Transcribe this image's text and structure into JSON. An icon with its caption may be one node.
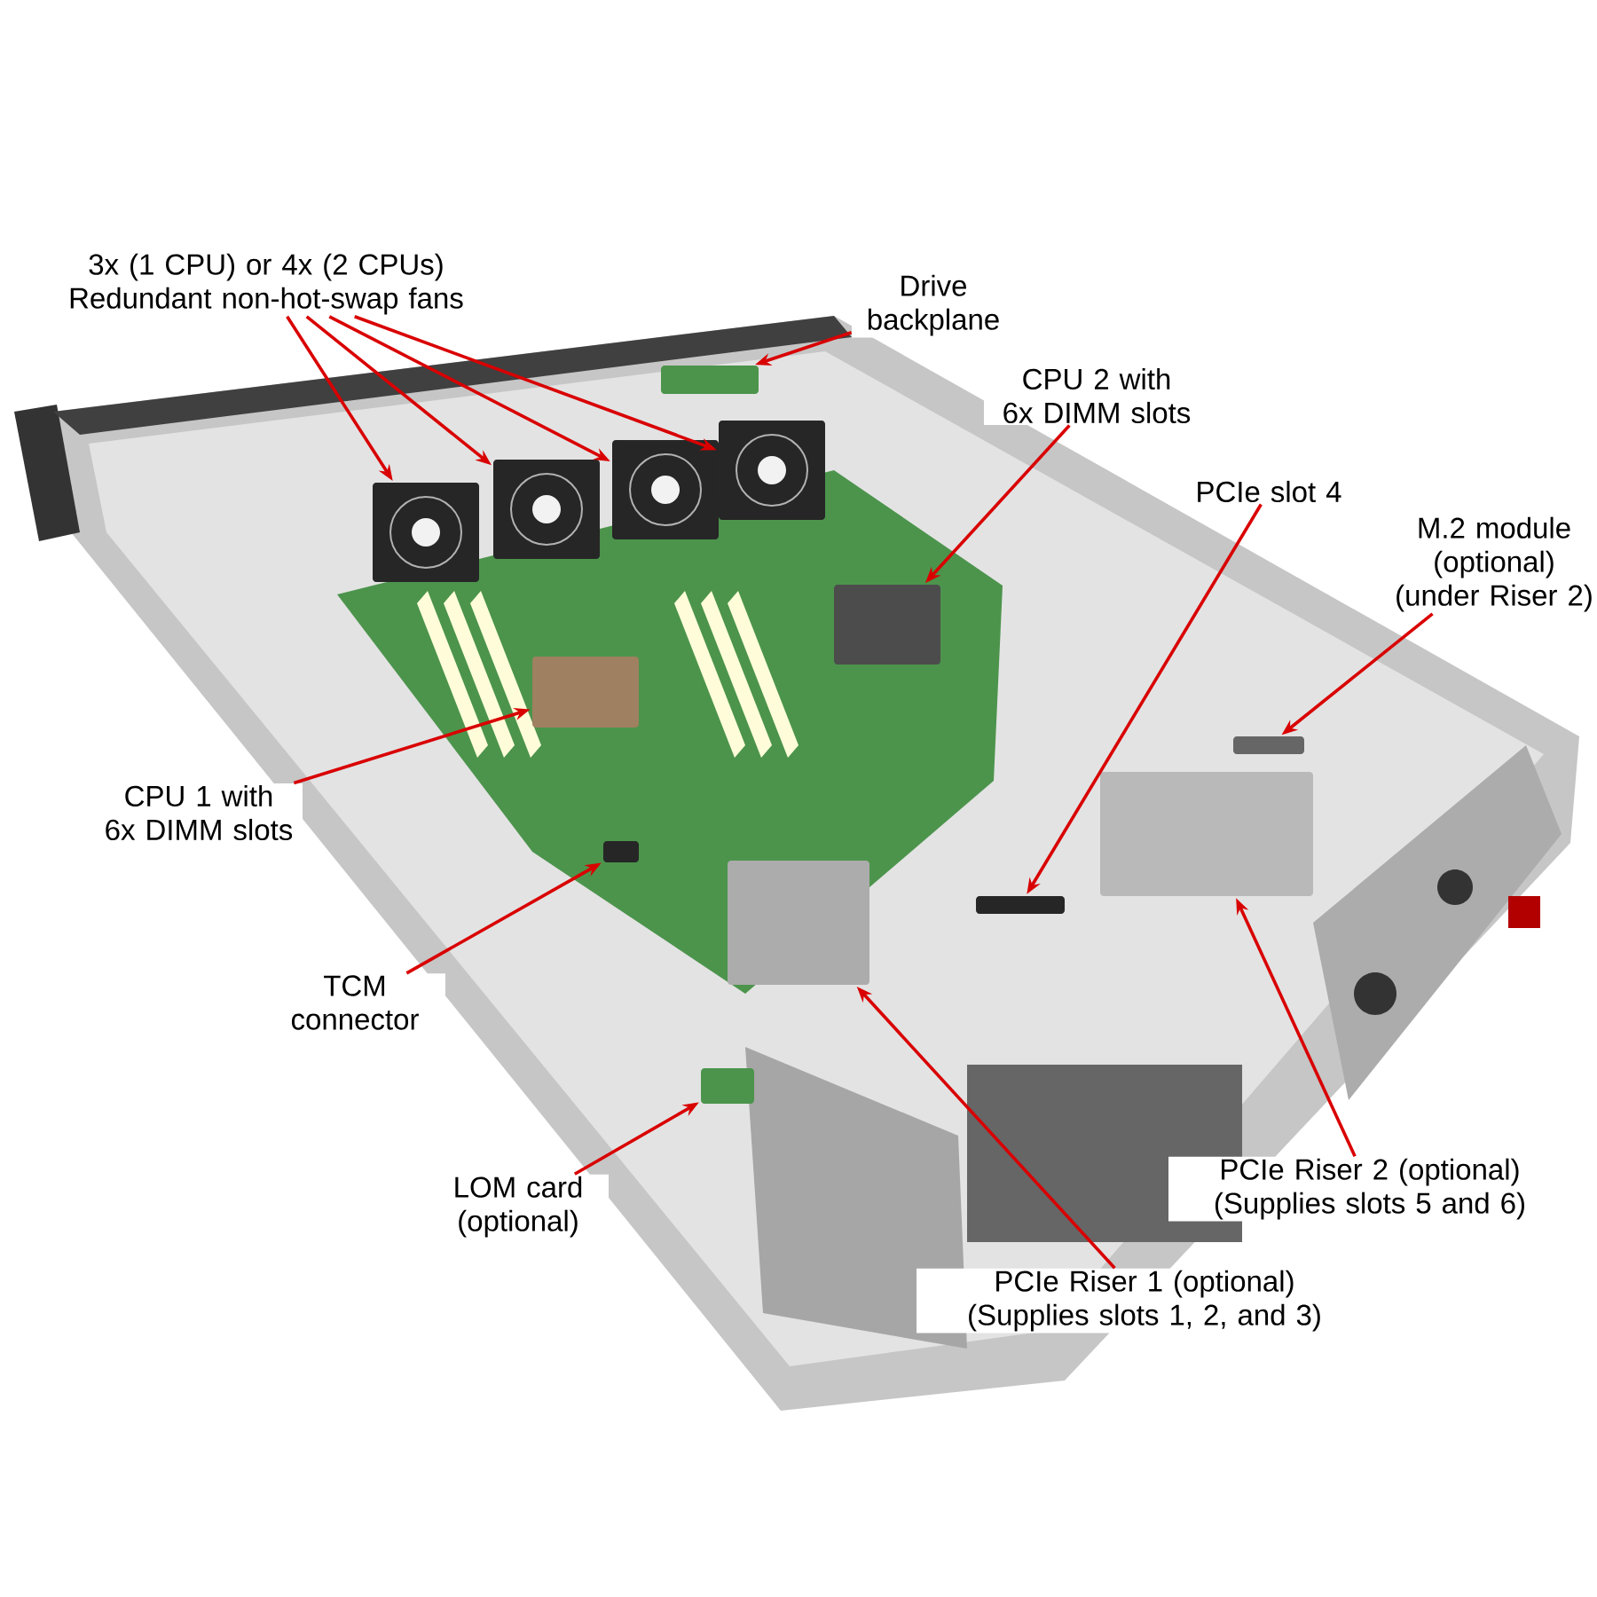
{
  "diagram": {
    "nodes": [
      {
        "text": [
          "3x (1 CPU) or 4x (2 CPUs) Redundant non-hot-swap fans"
        ]
      },
      {
        "text": [
          "Drive backplane"
        ]
      },
      {
        "text": [
          "CPU 2 with 6x DIMM slots"
        ]
      },
      {
        "text": [
          "PCIe slot 4"
        ]
      },
      {
        "text": [
          "M.2 module (optional) (under Riser 2)"
        ]
      },
      {
        "text": [
          "CPU 1 with 6x DIMM slots"
        ]
      },
      {
        "text": [
          "TCM connector"
        ]
      },
      {
        "text": [
          "LOM card (optional)"
        ]
      },
      {
        "text": [
          "PCIe Riser 2 (optional) (Supplies slots 5 and 6)"
        ]
      },
      {
        "text": [
          "PCIe Riser 1 (optional) (Supplies slots 1, 2, and 3)"
        ]
      },
      {
        "text": [],
        "shape": "picture"
      },
      {
        "text": [],
        "shape": "picture"
      },
      {
        "text": [],
        "shape": "picture"
      },
      {
        "text": [],
        "shape": "picture"
      },
      {
        "text": [],
        "shape": "box"
      },
      {
        "text": [],
        "shape": "box"
      },
      {
        "text": [],
        "shape": "box"
      },
      {
        "text": [],
        "shape": "box"
      },
      {
        "text": [],
        "shape": "box"
      },
      {
        "text": [],
        "shape": "box"
      },
      {
        "text": [],
        "shape": "box"
      },
      {
        "text": [],
        "shape": "box"
      },
      {
        "text": [],
        "shape": "box"
      }
    ],
    "edges": [
      {
        "from": 0,
        "to": 10,
        "arrow": "to"
      },
      {
        "from": 0,
        "to": 11,
        "arrow": "to"
      },
      {
        "from": 0,
        "to": 12,
        "arrow": "to"
      },
      {
        "from": 0,
        "to": 13,
        "arrow": "to"
      },
      {
        "from": 1,
        "to": 14,
        "arrow": "to"
      },
      {
        "from": 2,
        "to": 15,
        "arrow": "to"
      },
      {
        "from": 3,
        "to": 16,
        "arrow": "to"
      },
      {
        "from": 4,
        "to": 17,
        "arrow": "to"
      },
      {
        "from": 5,
        "to": 18,
        "arrow": "to"
      },
      {
        "from": 6,
        "to": 19,
        "arrow": "to"
      },
      {
        "from": 7,
        "to": 20,
        "arrow": "to"
      },
      {
        "from": 8,
        "to": 21,
        "arrow": "to"
      },
      {
        "from": 9,
        "to": 22,
        "arrow": "to"
      }
    ]
  }
}
